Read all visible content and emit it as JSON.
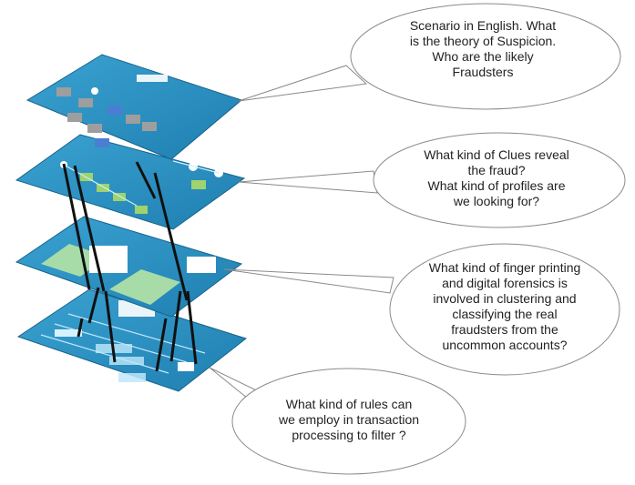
{
  "callouts": [
    {
      "lines": [
        "Scenario in English. What",
        "is the theory of Suspicion.",
        "Who are the likely",
        "Fraudsters"
      ]
    },
    {
      "lines": [
        "What kind of Clues reveal",
        "the fraud?",
        "What kind of profiles are",
        "we looking for?"
      ]
    },
    {
      "lines": [
        "What kind of finger printing",
        "and digital forensics is",
        "involved in clustering and",
        "classifying the real",
        "fraudsters from the",
        "uncommon accounts?"
      ]
    },
    {
      "lines": [
        "What kind of rules can",
        "we employ in transaction",
        "processing to filter ?"
      ]
    }
  ],
  "colors": {
    "layer_fill": "#2c8fc0",
    "layer_edge": "#1a6d99",
    "bubble_stroke": "#8a8a8a",
    "text": "#222222"
  }
}
